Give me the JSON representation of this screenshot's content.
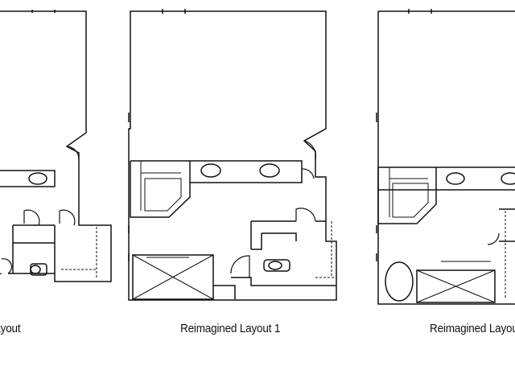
{
  "captions": {
    "left": "Layout",
    "middle": "Reimagined Layout 1",
    "right": "Reimagined Layout"
  }
}
